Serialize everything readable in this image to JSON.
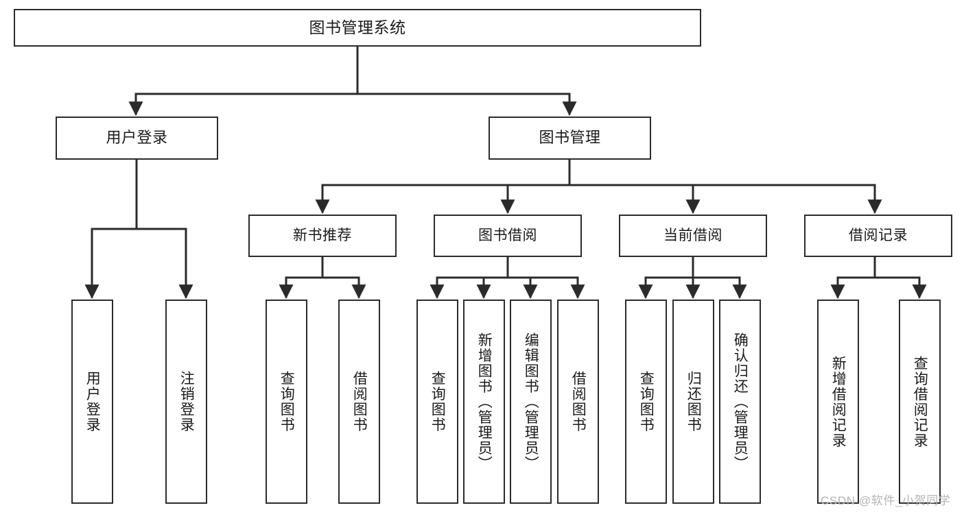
{
  "diagram": {
    "title": "图书管理系统",
    "type": "tree-hierarchy",
    "orientation": "top-down",
    "colors": {
      "box_border": "#2b2b2b",
      "box_fill": "#ffffff",
      "edge": "#2b2b2b",
      "text": "#1a1a1a",
      "watermark": "#b4b4b4",
      "background": "#ffffff"
    }
  },
  "watermark": {
    "text": "CSDN @软件_小贺同学"
  },
  "nodes": {
    "root": {
      "label": "图书管理系统"
    },
    "level2": [
      {
        "id": "user-login",
        "label": "用户登录"
      },
      {
        "id": "book-manage",
        "label": "图书管理"
      }
    ],
    "level3": [
      {
        "id": "new-book-rec",
        "label": "新书推荐"
      },
      {
        "id": "book-borrow",
        "label": "图书借阅"
      },
      {
        "id": "current-borrow",
        "label": "当前借阅"
      },
      {
        "id": "borrow-record",
        "label": "借阅记录"
      }
    ],
    "leaves": [
      {
        "id": "leaf-user-login",
        "label": "用户登录",
        "parent": "user-login"
      },
      {
        "id": "leaf-user-logout",
        "label": "注销登录",
        "parent": "user-login"
      },
      {
        "id": "leaf-query-book-1",
        "label": "查询图书",
        "parent": "new-book-rec"
      },
      {
        "id": "leaf-borrow-book-1",
        "label": "借阅图书",
        "parent": "new-book-rec"
      },
      {
        "id": "leaf-query-book-2",
        "label": "查询图书",
        "parent": "book-borrow"
      },
      {
        "id": "leaf-add-book",
        "label": "新增图书（管理员）",
        "parent": "book-borrow"
      },
      {
        "id": "leaf-edit-book",
        "label": "编辑图书（管理员）",
        "parent": "book-borrow"
      },
      {
        "id": "leaf-borrow-book-2",
        "label": "借阅图书",
        "parent": "book-borrow"
      },
      {
        "id": "leaf-query-book-3",
        "label": "查询图书",
        "parent": "current-borrow"
      },
      {
        "id": "leaf-return-book",
        "label": "归还图书",
        "parent": "current-borrow"
      },
      {
        "id": "leaf-confirm-return",
        "label": "确认归还（管理员）",
        "parent": "current-borrow"
      },
      {
        "id": "leaf-add-record",
        "label": "新增借阅记录",
        "parent": "borrow-record"
      },
      {
        "id": "leaf-query-record",
        "label": "查询借阅记录",
        "parent": "borrow-record"
      }
    ]
  }
}
